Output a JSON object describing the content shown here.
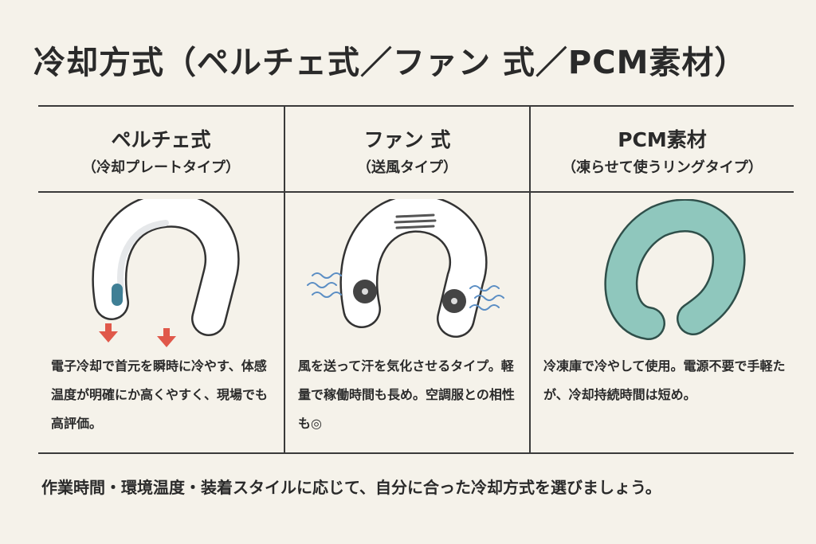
{
  "title": "冷却方式（ペルチェ式／ファン 式／PCM素材）",
  "columns": [
    {
      "heading": "ペルチェ式",
      "subheading": "（冷却プレートタイプ）",
      "description": "電子冷却で首元を瞬時に冷やす、体感温度が明確にか高くやすく、現場でも高評価。"
    },
    {
      "heading": "ファン 式",
      "subheading": "（送風タイプ）",
      "description": "風を送って汗を気化させるタイプ。軽量で稼働時間も長め。空調服との相性も◎"
    },
    {
      "heading": "PCM素材",
      "subheading": "（凍らせて使うリングタイプ）",
      "description": "冷凍庫で冷やして使用。電源不要で手軽たが、冷却持続時間は短め。"
    }
  ],
  "footer": "作業時間・環境温度・装着スタイルに応じて、自分に合った冷却方式を選びましょう。",
  "colors": {
    "background": "#f5f2ea",
    "peltier_plate": "#3f7f95",
    "arrow": "#e0584a",
    "pcm_ring": "#8fc7bd",
    "wind": "#5b8ec4"
  },
  "icons": [
    "peltier-neck-cooler-icon",
    "cool-arrow-icon",
    "fan-neck-cooler-icon",
    "wind-icon",
    "pcm-ring-icon"
  ]
}
